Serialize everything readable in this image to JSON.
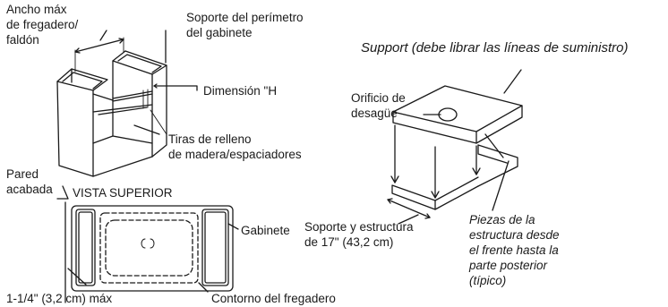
{
  "labels": {
    "ancho_1": "Ancho máx",
    "ancho_2": "de fregadero/",
    "ancho_3": "faldón",
    "soporte_perimetro_1": "Soporte del perímetro",
    "soporte_perimetro_2": "del gabinete",
    "dimension_h": "Dimensión \"H",
    "tiras_1": "Tiras de relleno",
    "tiras_2": "de madera/espaciadores",
    "pared_1": "Pared",
    "pared_2": "acabada",
    "vista_superior": "VISTA SUPERIOR",
    "gabinete": "Gabinete",
    "max_gap": "1-1/4\" (3,2 cm) máx",
    "contorno": "Contorno del fregadero",
    "support": "Support (debe librar las líneas de suministro)",
    "orificio_1": "Orificio de",
    "orificio_2": "desagüe",
    "soporte_estructura_1": "Soporte y estructura",
    "soporte_estructura_2": "de 17\" (43,2 cm)",
    "piezas_1": "Piezas de la",
    "piezas_2": "estructura desde",
    "piezas_3": "el frente hasta la",
    "piezas_4": "parte posterior",
    "piezas_5": "(típico)"
  }
}
